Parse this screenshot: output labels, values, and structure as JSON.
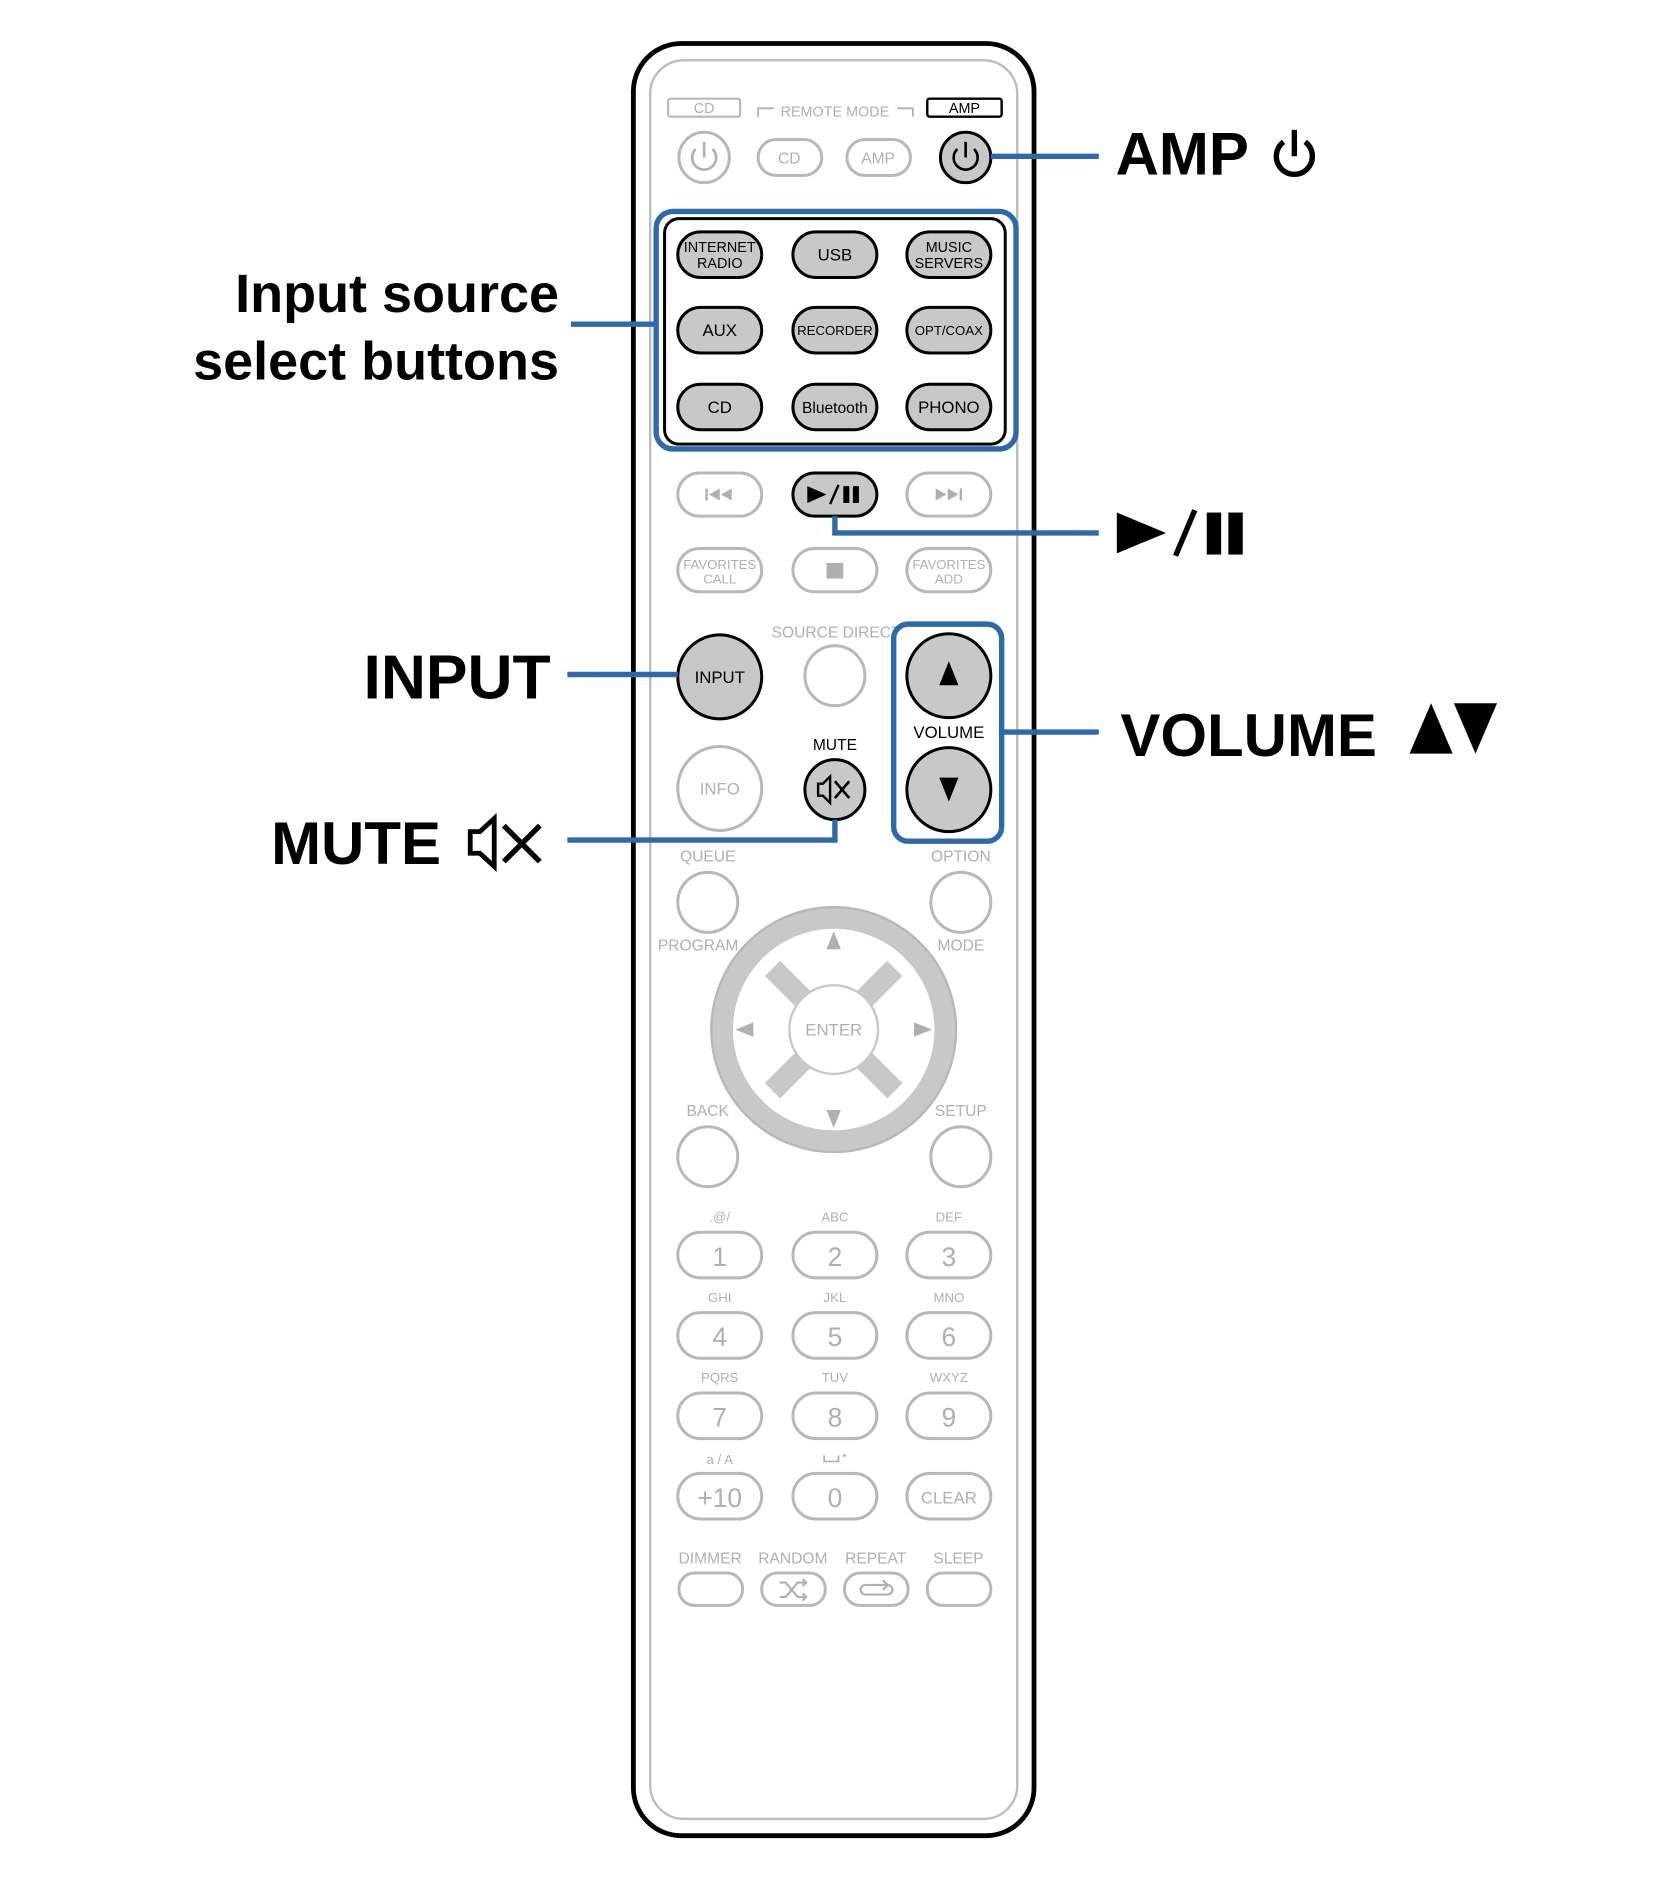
{
  "callouts": {
    "amp": "AMP",
    "input_source_line1": "Input source",
    "input_source_line2": "select buttons",
    "input": "INPUT",
    "mute": "MUTE",
    "volume": "VOLUME"
  },
  "remote": {
    "mode_cd": "CD",
    "remote_mode": "REMOTE MODE",
    "mode_amp": "AMP",
    "cd_small": "CD",
    "amp_small": "AMP",
    "src_internet_1": "INTERNET",
    "src_internet_2": "RADIO",
    "src_usb": "USB",
    "src_music_1": "MUSIC",
    "src_music_2": "SERVERS",
    "src_aux": "AUX",
    "src_recorder": "RECORDER",
    "src_optcoax": "OPT/COAX",
    "src_cd": "CD",
    "src_bluetooth": "Bluetooth",
    "src_phono": "PHONO",
    "fav_call_1": "FAVORITES",
    "fav_call_2": "CALL",
    "fav_add_1": "FAVORITES",
    "fav_add_2": "ADD",
    "source_direct": "SOURCE DIRECT",
    "input_btn": "INPUT",
    "volume_btn": "VOLUME",
    "mute_lbl": "MUTE",
    "info": "INFO",
    "queue": "QUEUE",
    "option": "OPTION",
    "program": "PROGRAM",
    "mode": "MODE",
    "enter": "ENTER",
    "back": "BACK",
    "setup": "SETUP",
    "k1_sub": ".@/",
    "k1": "1",
    "k2_sub": "ABC",
    "k2": "2",
    "k3_sub": "DEF",
    "k3": "3",
    "k4_sub": "GHI",
    "k4": "4",
    "k5_sub": "JKL",
    "k5": "5",
    "k6_sub": "MNO",
    "k6": "6",
    "k7_sub": "PQRS",
    "k7": "7",
    "k8_sub": "TUV",
    "k8": "8",
    "k9_sub": "WXYZ",
    "k9": "9",
    "k10_sub": "a / A",
    "k10": "+10",
    "k0": "0",
    "clear": "CLEAR",
    "dimmer": "DIMMER",
    "random": "RANDOM",
    "repeat": "REPEAT",
    "sleep": "SLEEP"
  },
  "colors": {
    "leader": "#2f6aa8",
    "active_button": "#c8c8c8",
    "dim": "#b0b0b0"
  }
}
